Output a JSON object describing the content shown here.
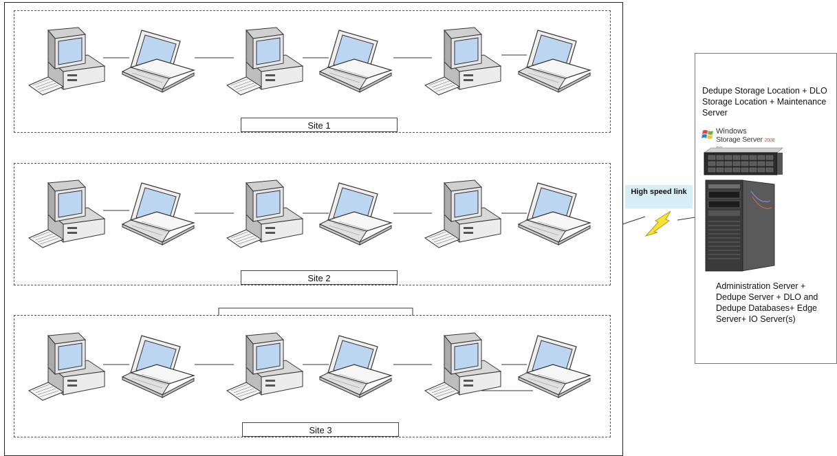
{
  "sites": [
    {
      "label": "Site 1"
    },
    {
      "label": "Site 2"
    },
    {
      "label": "Site 3"
    }
  ],
  "link": {
    "label": "High speed link",
    "color": "#d7eef6"
  },
  "server_panel": {
    "top_text": "Dedupe Storage Location + DLO Storage Location + Maintenance Server",
    "logo_line1": "Windows",
    "logo_line2": "Storage Server",
    "logo_version": "2008 R2",
    "bottom_text": "Administration Server + Dedupe Server + DLO and Dedupe Databases+ Edge Server+ IO Server(s)"
  },
  "icons": {
    "desktop": "desktop-computer-icon",
    "laptop": "laptop-icon",
    "rack": "rack-server-icon",
    "tower": "tower-server-icon",
    "lightning": "lightning-bolt-icon"
  }
}
